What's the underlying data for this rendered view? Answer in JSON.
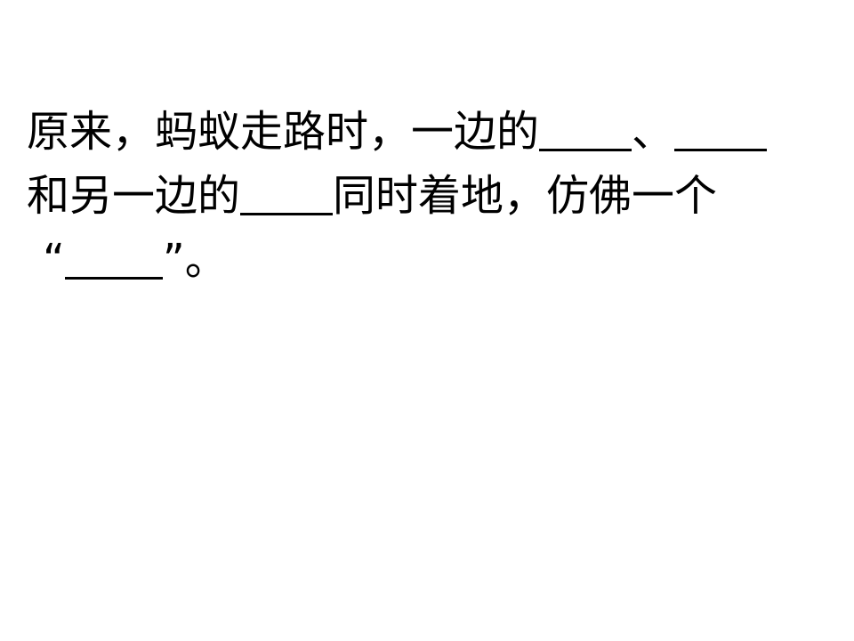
{
  "slide": {
    "line1": {
      "before": "原来，蚂蚁走路时，一边的",
      "between": "、"
    },
    "line2": {
      "before": "和另一边的",
      "after": "同时着地，仿佛一个"
    },
    "line3": {
      "open_quote": "“",
      "close_quote": "”",
      "end": "。"
    }
  }
}
